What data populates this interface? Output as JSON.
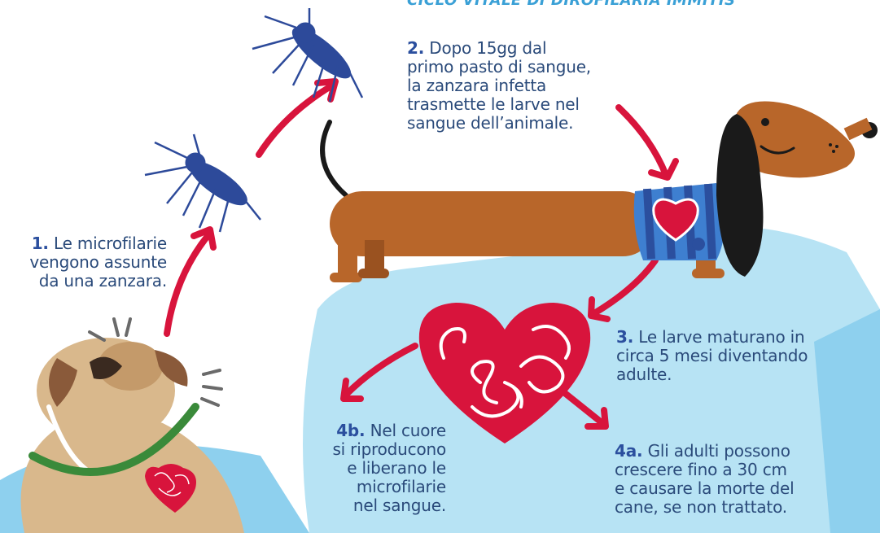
{
  "title": "CICLO VITALE DI DIROFILARIA IMMITIS",
  "steps": [
    {
      "num": "1.",
      "lines": [
        "Le microfilarie",
        "vengono assunte",
        "da una zanzara."
      ]
    },
    {
      "num": "2.",
      "lines": [
        "Dopo 15gg dal",
        "primo pasto di sangue,",
        "la zanzara infetta",
        "trasmette le larve nel",
        "sangue dell’animale."
      ]
    },
    {
      "num": "3.",
      "lines": [
        "Le larve maturano in",
        "circa 5 mesi diventando",
        "adulte."
      ]
    },
    {
      "num": "4b.",
      "lines": [
        "Nel cuore",
        "si riproducono",
        "e liberano le",
        "microfilarie",
        "nel sangue."
      ]
    },
    {
      "num": "4a.",
      "lines": [
        "Gli adulti possono",
        "crescere fino a 30 cm",
        "e causare la morte del",
        "cane, se non trattato."
      ]
    }
  ],
  "colors": {
    "arrow": "#d8143c",
    "mosquito": "#2d4a9a",
    "water_light": "#b7e3f4",
    "water_mid": "#8ed0ee",
    "heart": "#d8143c",
    "dog_brown": "#b8662a",
    "pug_tan": "#d9b88c",
    "collar": "#3a8a3a",
    "text": "#2a4a7a",
    "number": "#2b4f9e"
  }
}
